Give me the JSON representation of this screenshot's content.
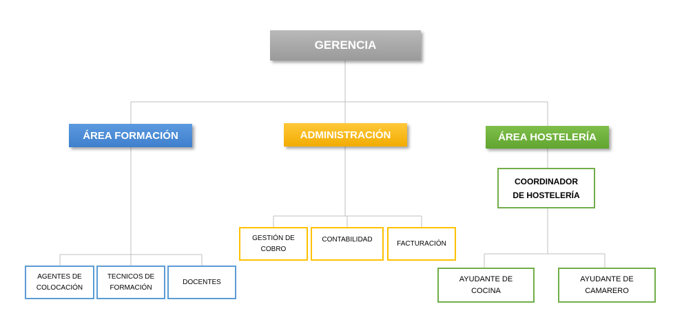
{
  "root": {
    "label": "GERENCIA"
  },
  "departments": [
    {
      "label": "ÁREA FORMACIÓN",
      "color": "#4a8ad6",
      "children": [
        "AGENTES DE\nCOLOCACIÓN",
        "TECNICOS DE\nFORMACIÓN",
        "DOCENTES"
      ]
    },
    {
      "label": "ADMINISTRACIÓN",
      "color": "#f8b914",
      "children": [
        "GESTIÓN DE\nCOBRO",
        "CONTABILIDAD",
        "FACTURACIÓN"
      ]
    },
    {
      "label": "ÁREA HOSTELERÍA",
      "color": "#6db33f",
      "coordinator": "COORDINADOR\nDE HOSTELERÍA",
      "children": [
        "AYUDANTE DE\nCOCINA",
        "AYUDANTE DE\nCAMARERO"
      ]
    }
  ]
}
